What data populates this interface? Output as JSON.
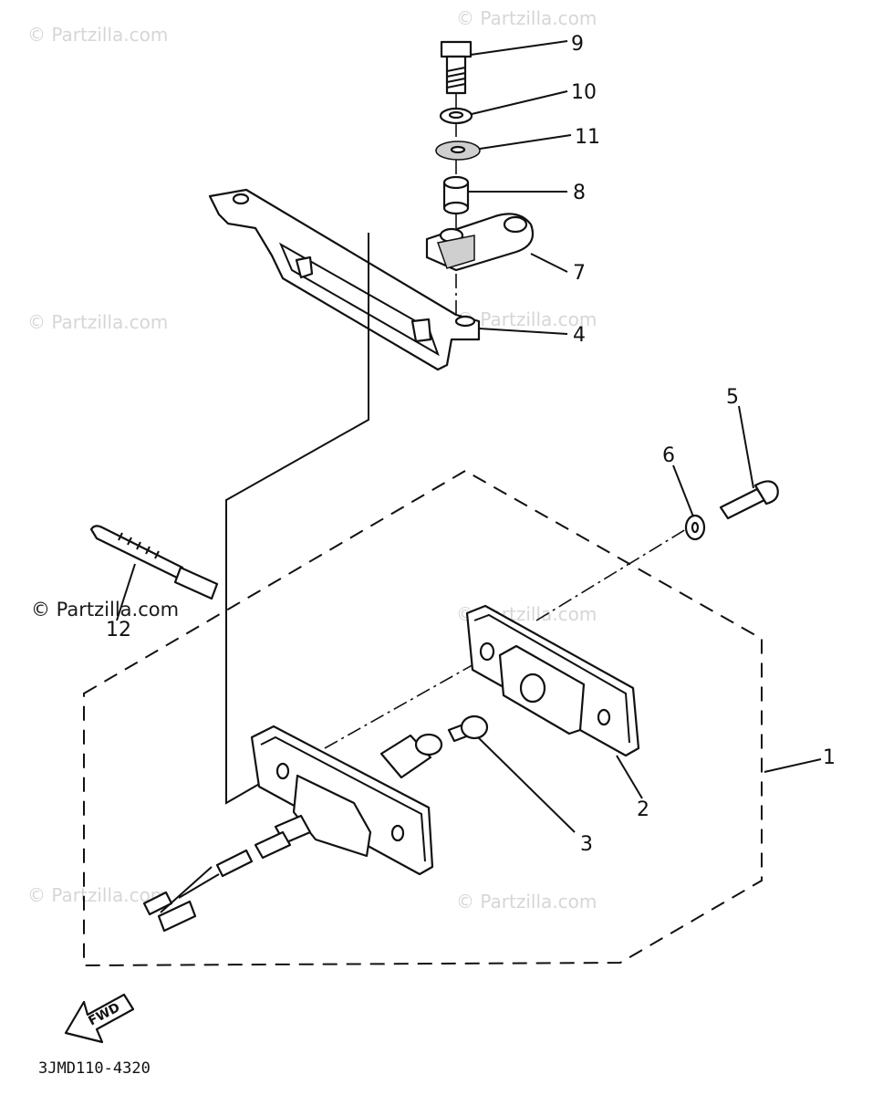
{
  "diagram": {
    "drawing_code": "3JMD110-4320",
    "direction_label": "FWD",
    "watermark_text": "© Partzilla.com",
    "parts": [
      {
        "number": "1",
        "name": "light-assembly"
      },
      {
        "number": "2",
        "name": "lens"
      },
      {
        "number": "3",
        "name": "bulb"
      },
      {
        "number": "4",
        "name": "bracket"
      },
      {
        "number": "5",
        "name": "screw"
      },
      {
        "number": "6",
        "name": "washer"
      },
      {
        "number": "7",
        "name": "stay"
      },
      {
        "number": "8",
        "name": "collar"
      },
      {
        "number": "9",
        "name": "bolt"
      },
      {
        "number": "10",
        "name": "spring-washer"
      },
      {
        "number": "11",
        "name": "plain-washer"
      },
      {
        "number": "12",
        "name": "cable-tie"
      }
    ]
  }
}
